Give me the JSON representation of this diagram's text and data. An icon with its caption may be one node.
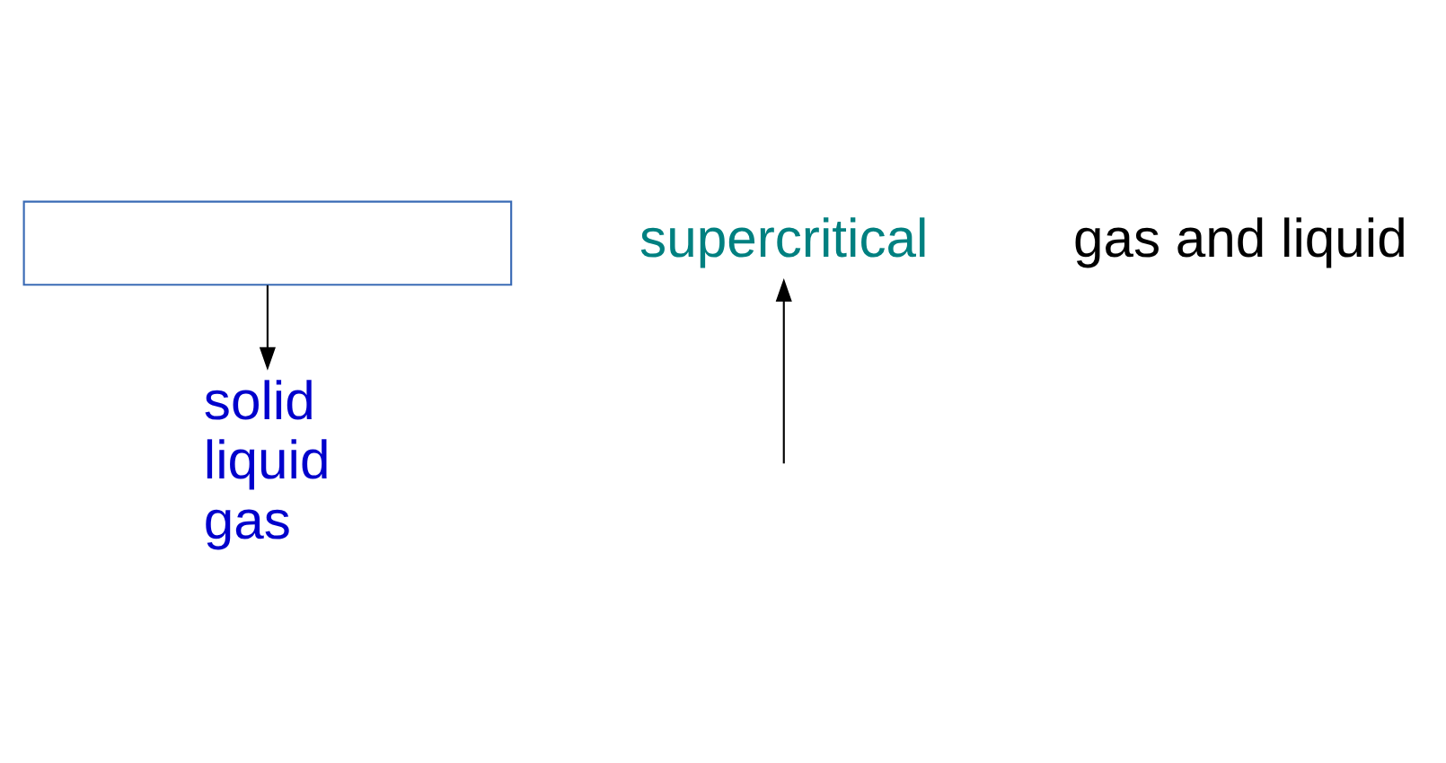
{
  "diagram": {
    "nodes": [
      {
        "text": [],
        "shape": "box"
      },
      {
        "text": [
          "solid",
          "liquid",
          "gas"
        ]
      },
      {
        "text": [
          "supercritical"
        ]
      }
    ],
    "edges": [
      {
        "from": 0,
        "to": 1,
        "arrow": "to"
      },
      {
        "from": null,
        "to": 2,
        "arrow": "to"
      }
    ],
    "labels": [
      "gas and liquid"
    ]
  }
}
